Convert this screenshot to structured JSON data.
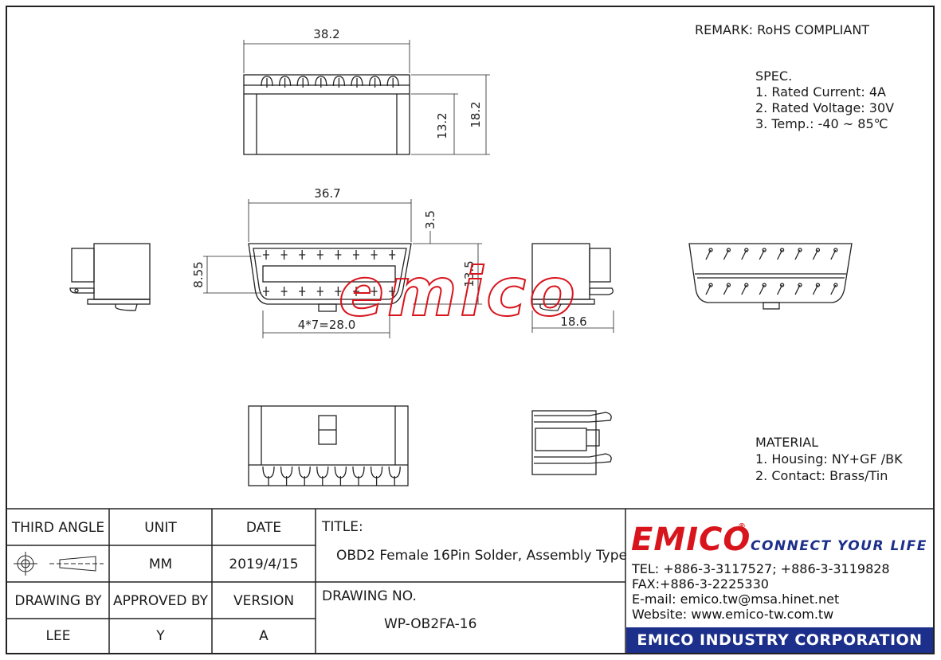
{
  "remark": "REMARK: RoHS COMPLIANT",
  "spec": {
    "title": "SPEC.",
    "lines": [
      "1. Rated Current: 4A",
      "2. Rated Voltage: 30V",
      "3. Temp.: -40 ~ 85℃"
    ]
  },
  "material": {
    "title": "MATERIAL",
    "lines": [
      "1. Housing: NY+GF /BK",
      "2. Contact: Brass/Tin"
    ]
  },
  "dimensions": {
    "top_width": "38.2",
    "top_h1": "13.2",
    "top_h2": "18.2",
    "front_width": "36.7",
    "front_top": "3.5",
    "front_left": "8.55",
    "front_height": "13.5",
    "pitch": "4*7=28.0",
    "side_width": "18.6"
  },
  "watermark": "emico",
  "title_block": {
    "third_angle": "THIRD ANGLE",
    "unit_label": "UNIT",
    "date_label": "DATE",
    "unit_value": "MM",
    "date_value": "2019/4/15",
    "drawing_by_label": "DRAWING BY",
    "approved_by_label": "APPROVED BY",
    "version_label": "VERSION",
    "drawing_by_value": "LEE",
    "approved_by_value": "Y",
    "version_value": "A",
    "title_label": "TITLE:",
    "title_value": "OBD2 Female 16Pin Solder, Assembly Type",
    "drawing_no_label": "DRAWING NO.",
    "drawing_no_value": "WP-OB2FA-16"
  },
  "company": {
    "logo": "EMICO",
    "registered": "®",
    "slogan": "CONNECT YOUR LIFE",
    "tel": "TEL: +886-3-3117527; +886-3-3119828",
    "fax": "FAX:+886-3-2225330",
    "email": "E-mail: emico.tw@msa.hinet.net",
    "website": "Website: www.emico-tw.com.tw",
    "corporation": "EMICO INDUSTRY CORPORATION"
  },
  "colors": {
    "brand_red": "#d8141c",
    "brand_blue": "#1c2f8a",
    "line": "#222222"
  }
}
